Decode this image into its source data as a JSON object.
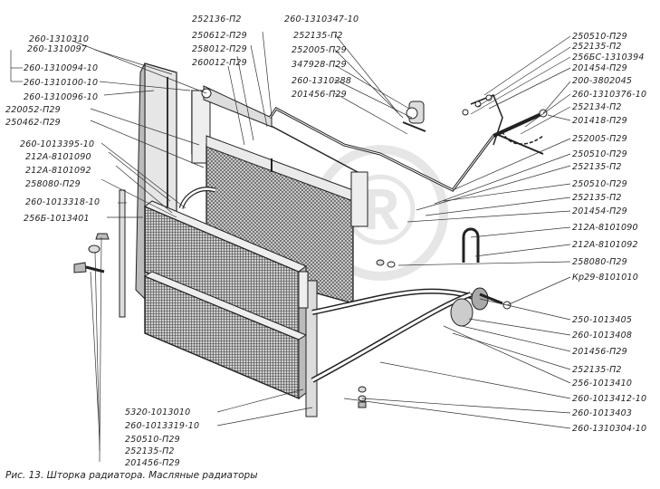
{
  "figure": {
    "caption": "Рис. 13. Шторка радиатора. Масляные радиаторы"
  },
  "watermark": "Ⓡ",
  "left_labels": [
    "260-1310310",
    "260-1310097",
    "260-1310094-10",
    "260-1310100-10",
    "260-1310096-10",
    "220052-П29",
    "250462-П29",
    "260-1013395-10",
    "212А-8101090",
    "212А-8101092",
    "258080-П29",
    "260-1013318-10",
    "256Б-1013401"
  ],
  "top_labels": [
    "252136-П2",
    "250612-П29",
    "258012-П29",
    "260012-П29",
    "260-1310347-10",
    "252135-П2",
    "252005-П29",
    "347928-П29",
    "260-1310288",
    "201456-П29"
  ],
  "right_labels": [
    "250510-П29",
    "252135-П2",
    "256БС-1310394",
    "201454-П29",
    "200-3802045",
    "260-1310376-10",
    "252134-П2",
    "201418-П29",
    "252005-П29",
    "250510-П29",
    "252135-П2",
    "250510-П29",
    "252135-П2",
    "201454-П29",
    "212А-8101090",
    "212А-8101092",
    "258080-П29",
    "Кр29-8101010",
    "250-1013405",
    "260-1013408",
    "201456-П29",
    "252135-П2",
    "256-1013410",
    "260-1013412-10",
    "260-1013403",
    "260-1310304-10"
  ],
  "bottom_labels": [
    "5320-1013010",
    "260-1013319-10",
    "250510-П29",
    "252135-П2",
    "201456-П29"
  ]
}
